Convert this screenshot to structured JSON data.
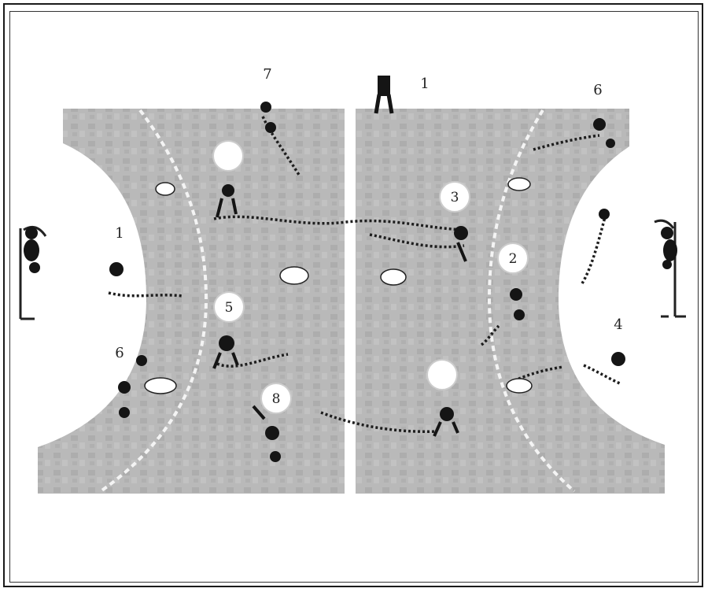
{
  "colors": {
    "court": "#b7b7b7",
    "court_texture": "#a9a9a9",
    "line": "#f7f7f7",
    "player": "#151515",
    "path": "#1e1e1e",
    "circle_fill": "#ffffff"
  },
  "labels": {
    "top_left": "7",
    "top_center": "1",
    "top_right": "6",
    "left_mid": "1",
    "left_low": "6",
    "right_low": "4"
  },
  "circles": {
    "c1": "",
    "c2": "3",
    "c3": "2",
    "c4": "5",
    "c5": "",
    "c6": "8"
  },
  "icons": [
    "goalkeeper-icon",
    "player-icon",
    "ball-icon",
    "number-circle-icon"
  ]
}
